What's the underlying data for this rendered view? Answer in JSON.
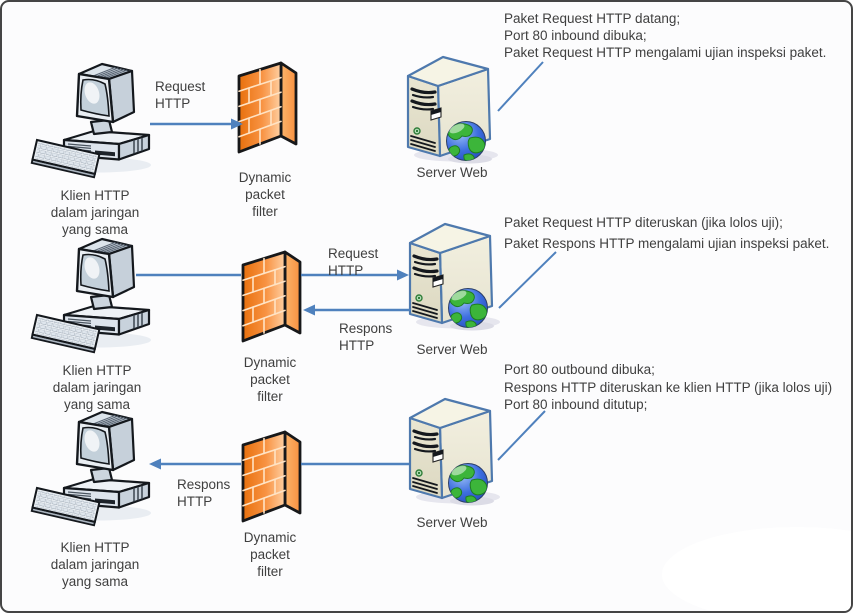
{
  "diagram": {
    "title_hint": "Dynamic packet filter HTTP flow diagram",
    "colors": {
      "accent_blue": "#4f81bd",
      "firewall_orange": "#f89343",
      "server_body": "#efecdc",
      "server_outline": "#4e79ad",
      "globe_green": "#3cb53a",
      "globe_blue": "#3e6fe0",
      "outline_black": "#17181a",
      "text": "#3f3f3f",
      "background": "#fcfcfd"
    },
    "icons": {
      "client": "desktop-computer-icon",
      "filter": "firewall-brick-wall-icon",
      "server": "server-tower-icon",
      "server_badge": "globe-icon"
    },
    "rows": [
      {
        "client_caption": "Klien HTTP\ndalam jaringan\nyang sama",
        "firewall_caption": "Dynamic\npacket\nfilter",
        "server_caption": "Server Web",
        "request_label": "Request\nHTTP",
        "annotation": "Paket Request HTTP datang;\nPort 80 inbound dibuka;\nPaket Request HTTP mengalami ujian inspeksi paket."
      },
      {
        "client_caption": "Klien HTTP\ndalam jaringan\nyang sama",
        "firewall_caption": "Dynamic\npacket\nfilter",
        "server_caption": "Server Web",
        "request_label": "Request\nHTTP",
        "response_label": "Respons\nHTTP",
        "annotation": "Paket Request HTTP diteruskan (jika lolos uji);\nPaket Respons HTTP mengalami ujian inspeksi paket."
      },
      {
        "client_caption": "Klien HTTP\ndalam jaringan\nyang sama",
        "firewall_caption": "Dynamic\npacket\nfilter",
        "server_caption": "Server Web",
        "response_label": "Respons\nHTTP",
        "annotation": "Port 80 outbound dibuka;\nRespons HTTP diteruskan ke klien HTTP (jika lolos uji)\nPort 80 inbound ditutup;"
      }
    ]
  }
}
